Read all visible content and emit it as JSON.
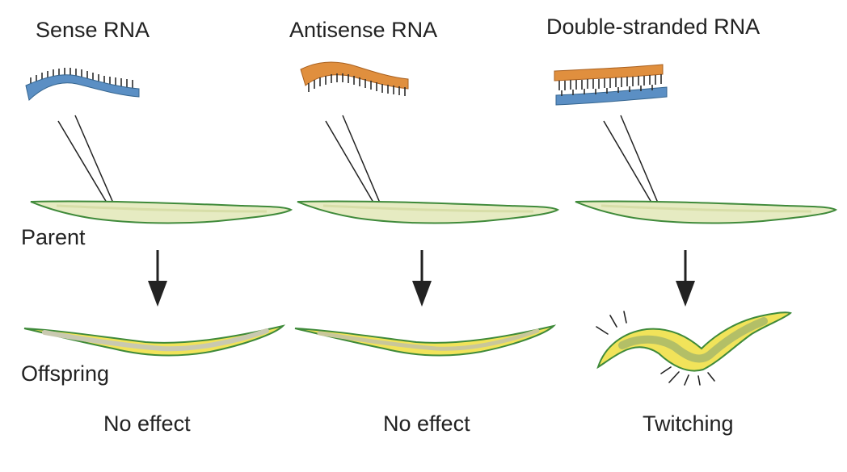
{
  "columns": [
    {
      "title": "Sense RNA",
      "result": "No effect",
      "rna_type": "single-strand-sense"
    },
    {
      "title": "Antisense RNA",
      "result": "No effect",
      "rna_type": "single-strand-antisense"
    },
    {
      "title": "Double-stranded RNA",
      "result": "Twitching",
      "rna_type": "double-strand"
    }
  ],
  "row_labels": {
    "parent": "Parent",
    "offspring": "Offspring"
  },
  "colors": {
    "sense_strand": "#5b8fc4",
    "antisense_strand": "#e08f3e",
    "worm_parent_fill": "#e6ebc2",
    "worm_outline": "#3f8a3a",
    "worm_offspring_fill": "#f1e35a",
    "worm_gut": "#bdbf9e",
    "arrow": "#222222"
  },
  "icons": [
    "injection-needle-icon",
    "down-arrow-icon",
    "twitch-motion-lines-icon"
  ]
}
